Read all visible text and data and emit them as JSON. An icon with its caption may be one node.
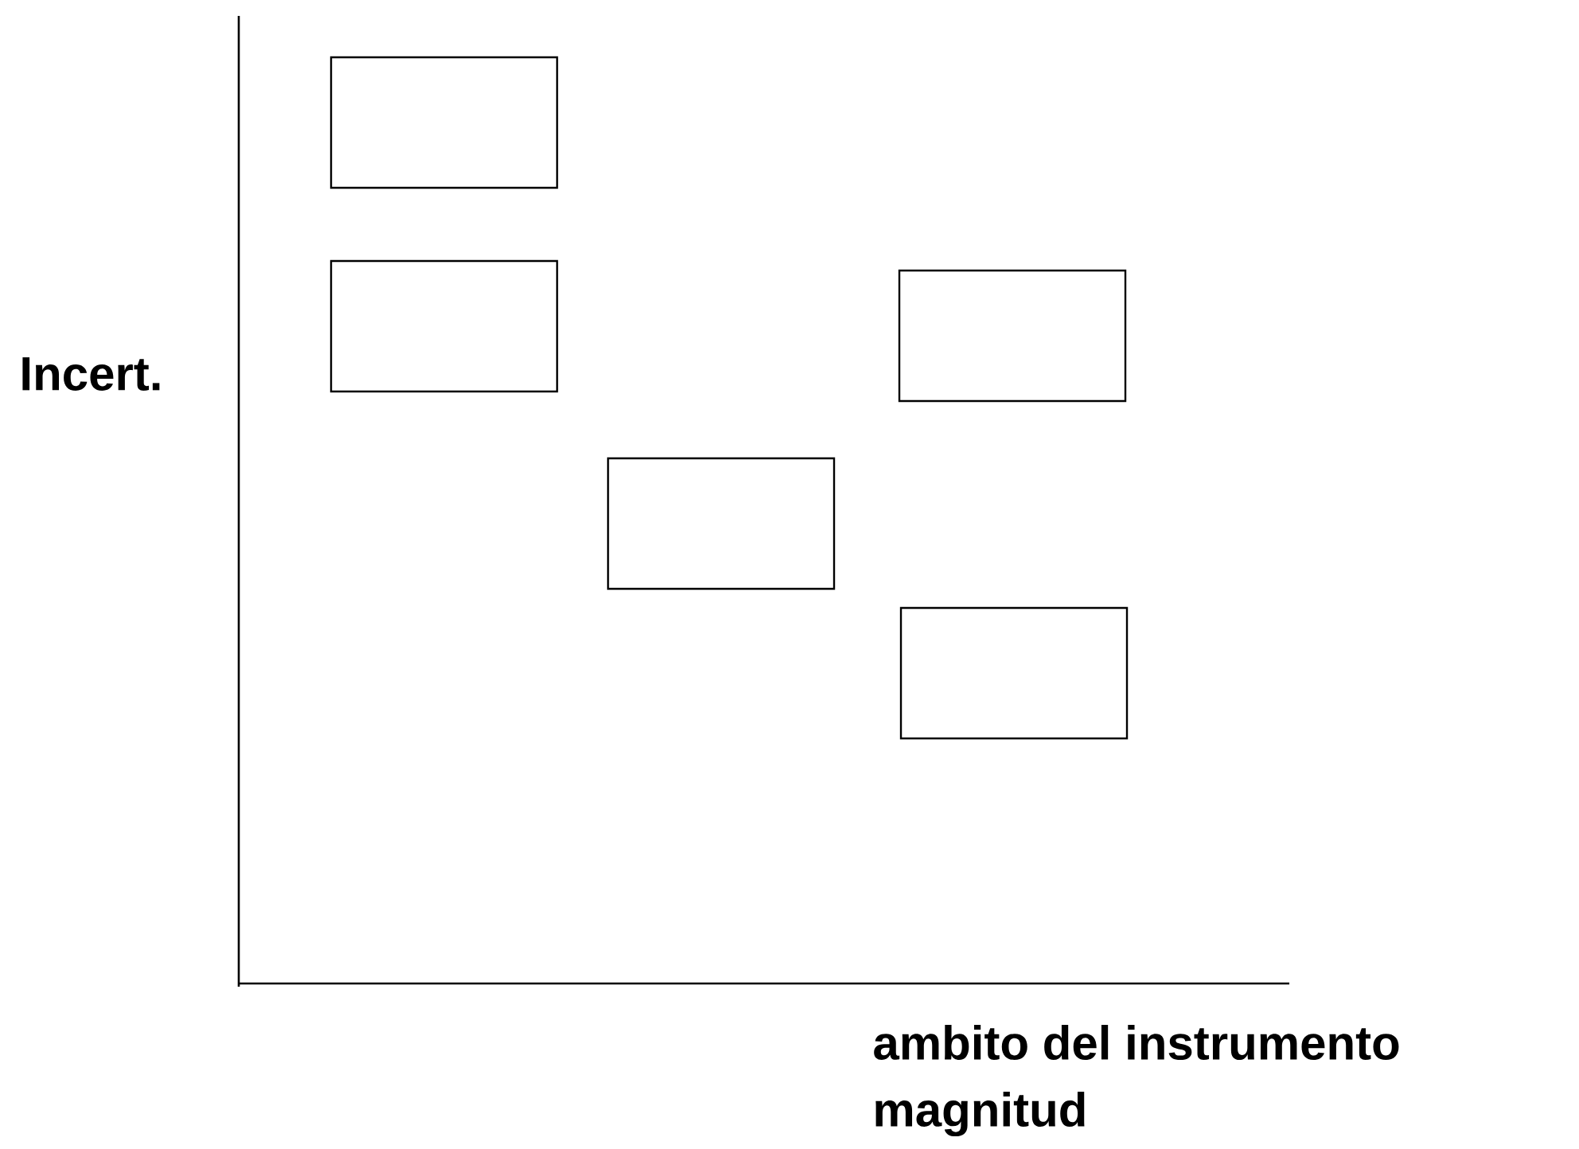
{
  "diagram": {
    "nodes": [
      {
        "text": [],
        "shape": "box"
      },
      {
        "text": [],
        "shape": "box"
      },
      {
        "text": [],
        "shape": "box"
      },
      {
        "text": [],
        "shape": "box"
      },
      {
        "text": [],
        "shape": "box"
      }
    ],
    "labels": [
      "Incert.",
      "ambito del instrumento",
      "magnitud"
    ]
  }
}
